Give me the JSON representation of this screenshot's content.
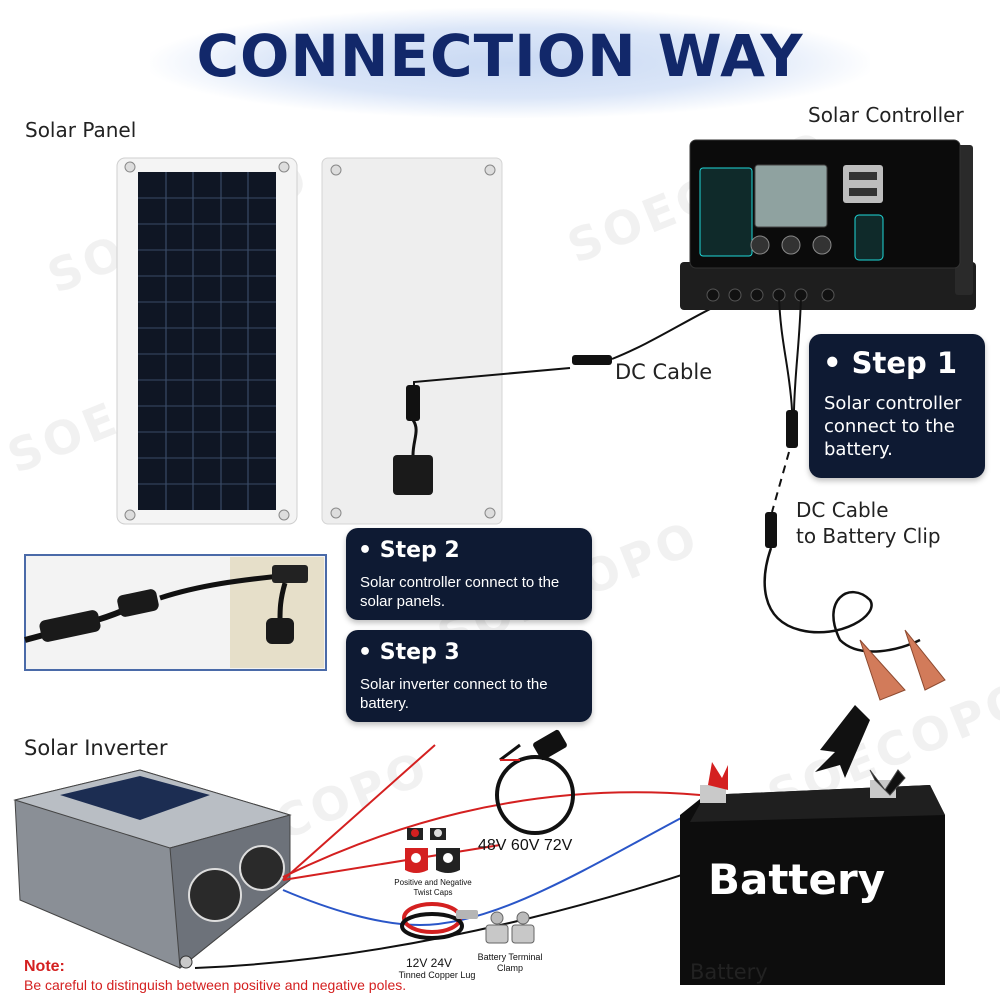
{
  "title": "CONNECTION WAY",
  "brand": "SOECOPO",
  "labels": {
    "solar_panel": "Solar Panel",
    "solar_controller": "Solar Controller",
    "dc_cable": "DC Cable",
    "dc_cable_battery_1": "DC Cable",
    "dc_cable_battery_2": "to Battery Clip",
    "solar_inverter": "Solar Inverter",
    "battery": "Battery",
    "battery_on_box": "Battery",
    "voltages_high": "48V 60V 72V",
    "voltages_low": "12V 24V",
    "twist_caps_1": "Positive and Negative",
    "twist_caps_2": "Twist Caps",
    "copper_lug": "Tinned Copper Lug",
    "terminal_clamp_1": "Battery Terminal",
    "terminal_clamp_2": "Clamp"
  },
  "steps": [
    {
      "title": "Step 1",
      "lines": [
        "Solar controller",
        "connect to the",
        "battery."
      ]
    },
    {
      "title": "Step 2",
      "lines": [
        "Solar controller connect to the",
        "solar panels."
      ]
    },
    {
      "title": "Step 3",
      "lines": [
        "Solar inverter connect to the",
        "battery."
      ]
    }
  ],
  "note": {
    "title": "Note:",
    "text": "Be careful to distinguish between positive and negative poles."
  },
  "colors": {
    "title": "#12286a",
    "step_bg": "#0e1a33",
    "positive_wire": "#d42020",
    "negative_wire": "#2a56c8",
    "note": "#d42020"
  }
}
